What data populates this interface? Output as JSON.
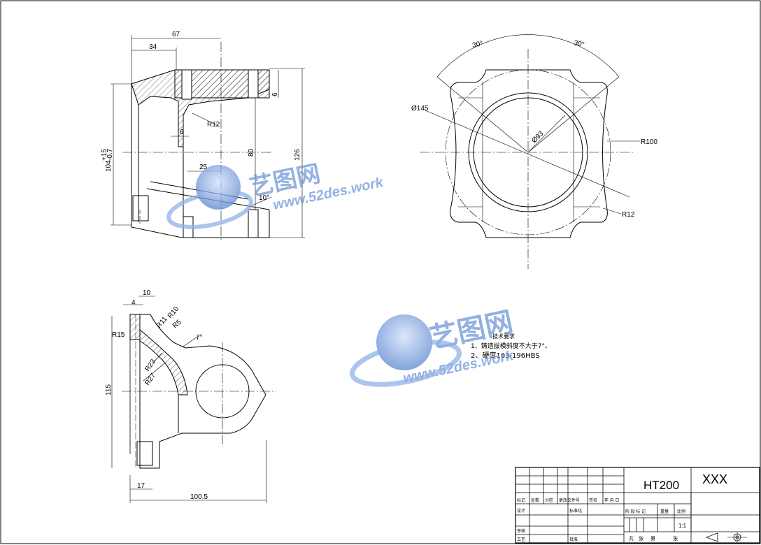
{
  "dimensions": {
    "front": {
      "width_overall": "67",
      "width_left": "34",
      "height_left": "104",
      "height_left_tol_upper": "+15",
      "height_left_tol_lower": "-0.7",
      "height_overall": "126",
      "height_inner": "80",
      "rib_thickness": "6",
      "boss_width": "25",
      "top_step": "6",
      "fillet": "R12",
      "draft_angle": "10°"
    },
    "top": {
      "angle_left": "30°",
      "angle_right": "30°",
      "outer_diameter": "Ø145",
      "inner_diameter": "Ø93",
      "radius_outer": "R100",
      "radius_corner": "R12"
    },
    "side": {
      "width_top": "10",
      "lip": "4",
      "r_a": "R10",
      "r_b": "R11",
      "r_c": "R5",
      "r_left": "R15",
      "draft_angle": "7°",
      "r_d": "R23",
      "r_e": "R27",
      "height": "115",
      "foot": "17",
      "length": "100.5"
    }
  },
  "technical_notes": {
    "title": "技术要求",
    "line1": "1、铸造拔模斜度不大于7°。",
    "line2": "2、硬度163-196HBS"
  },
  "title_block": {
    "material": "HT200",
    "drawing_name": "XXX",
    "scale": "1:1",
    "row_labels": [
      "标记",
      "处数",
      "分区",
      "更改文件号",
      "签名",
      "年 月 日"
    ],
    "designer": "设计",
    "standardization": "标准化",
    "checker": "审核",
    "process": "工艺",
    "approve": "批准",
    "stage_label": "阶 段 标 记",
    "weight_label": "重量",
    "scale_label": "比例",
    "total_label": "共",
    "sheet_label": "张",
    "sheet_no_label": "第",
    "sheet_suffix": "张"
  },
  "watermark": {
    "cn": "艺图网",
    "url": "www.52des.work"
  },
  "colors": {
    "line": "#000000",
    "watermark": "#6f96d8"
  }
}
